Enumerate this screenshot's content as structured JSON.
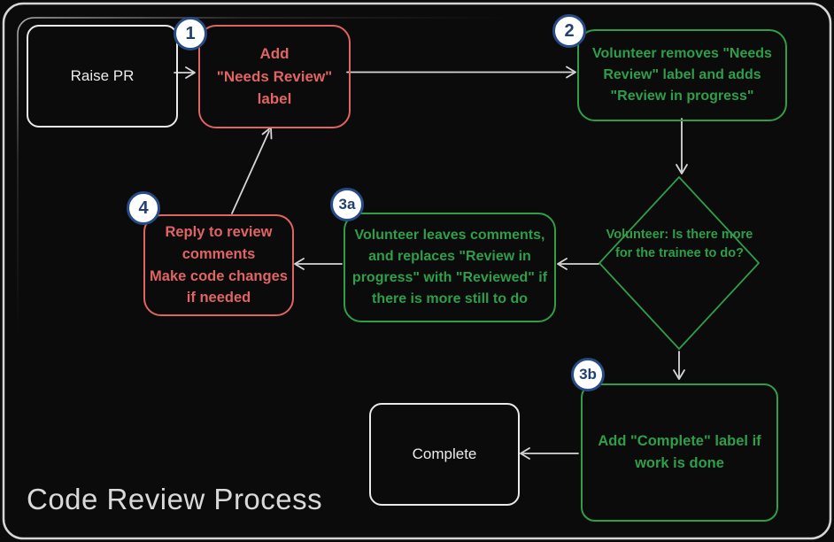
{
  "title": "Code Review Process",
  "colors": {
    "background": "#0b0b0b",
    "frame": "#d6d6d6",
    "arrow": "#d6d6d6",
    "red_accent": "#e06462",
    "green_accent": "#2f9e49",
    "white_node": "#e9e9e9",
    "badge_border": "#274b85",
    "badge_text": "#20406f",
    "badge_fill": "#ffffff"
  },
  "badges": {
    "b1": "1",
    "b2": "2",
    "b3a": "3a",
    "b3b": "3b",
    "b4": "4"
  },
  "nodes": {
    "raise_pr": {
      "lines": [
        "Raise PR"
      ]
    },
    "add_needs_review": {
      "lines": [
        "Add",
        "\"Needs Review\"",
        "label"
      ]
    },
    "volunteer_removes": {
      "lines": [
        "Volunteer removes \"Needs",
        "Review\" label and adds",
        "\"Review in progress\""
      ]
    },
    "decision": {
      "lines": [
        "Volunteer:",
        "Is there more for",
        "the trainee to do?"
      ]
    },
    "volunteer_leaves": {
      "lines": [
        "Volunteer leaves comments,",
        "and replaces \"Review in",
        "progress\" with \"Reviewed\" if",
        "there is more still to do"
      ]
    },
    "reply_comments": {
      "lines": [
        "Reply to review",
        "comments",
        "Make code changes",
        "if needed"
      ]
    },
    "add_complete": {
      "lines": [
        "Add \"Complete\" label if",
        "work is done"
      ]
    },
    "complete": {
      "lines": [
        "Complete"
      ]
    }
  }
}
